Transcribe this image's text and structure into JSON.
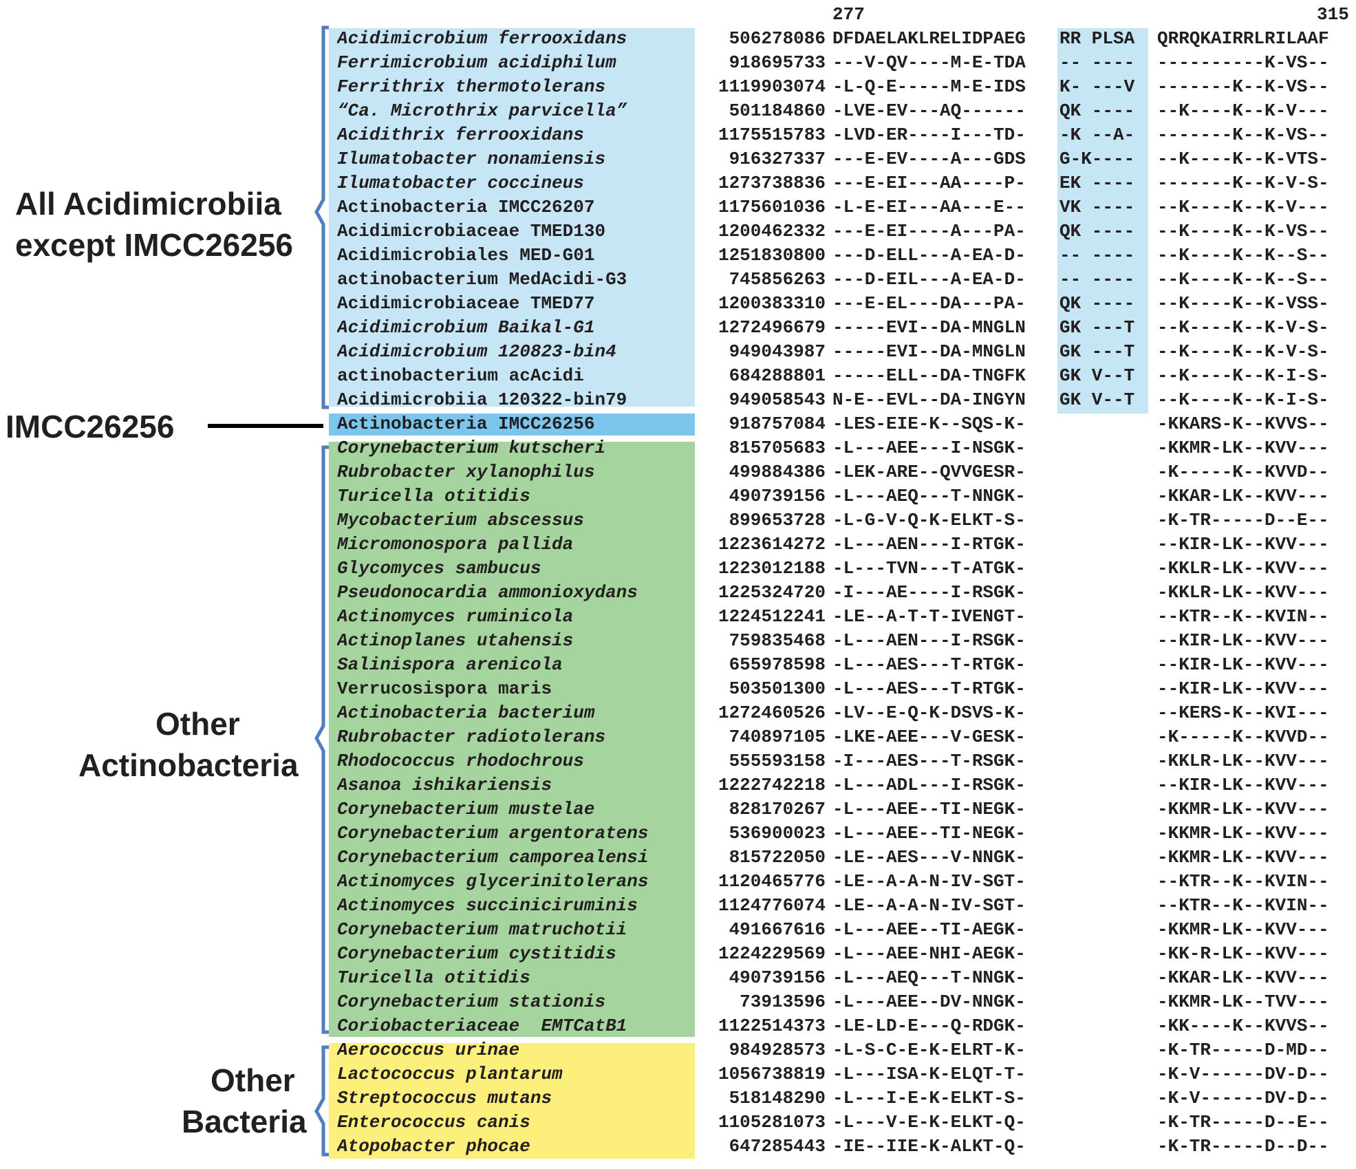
{
  "positions": {
    "start": "277",
    "end": "315"
  },
  "groups": {
    "acidimicrobiia": {
      "line1": "All  Acidimicrobiia",
      "line2": "except IMCC26256"
    },
    "imcc": {
      "label": "IMCC26256"
    },
    "actino": {
      "line1": "Other",
      "line2": "Actinobacteria"
    },
    "bacteria": {
      "line1": "Other",
      "line2": "Bacteria"
    }
  },
  "colors": {
    "blue_band": "#c6e5f5",
    "highlight": "#7cc6ee",
    "green_band": "#a6d49f",
    "yellow_band": "#fdef7b",
    "bracket": "#4f7fbd"
  },
  "rows": [
    {
      "name": "Acidimicrobium ferrooxidans",
      "gi": "506278086",
      "s1": "DFDAELAKLRELIDPAEG",
      "s2": "RR PLSA",
      "s3": "QRRQKAIRRLRILAAF"
    },
    {
      "name": "Ferrimicrobium acidiphilum",
      "gi": "918695733",
      "s1": "---V-QV----M-E-TDA",
      "s2": "-- ----",
      "s3": "----------K-VS--"
    },
    {
      "name": "Ferrithrix thermotolerans",
      "gi": "1119903074",
      "s1": "-L-Q-E-----M-E-IDS",
      "s2": "K- ---V",
      "s3": "-------K--K-VS--"
    },
    {
      "name": "“Ca. Microthrix parvicella”",
      "gi": "501184860",
      "s1": "-LVE-EV---AQ------",
      "s2": "QK ----",
      "s3": "--K----K--K-V---"
    },
    {
      "name": "Acidithrix ferrooxidans",
      "gi": "1175515783",
      "s1": "-LVD-ER----I---TD-",
      "s2": "-K --A-",
      "s3": "-------K--K-VS--"
    },
    {
      "name": "Ilumatobacter nonamiensis",
      "gi": "916327337",
      "s1": "---E-EV----A---GDS",
      "s2": "G-K----",
      "s3": "--K----K--K-VTS-"
    },
    {
      "name": "Ilumatobacter coccineus",
      "gi": "1273738836",
      "s1": "---E-EI---AA----P-",
      "s2": "EK ----",
      "s3": "-------K--K-V-S-"
    },
    {
      "name": "Actinobacteria IMCC26207",
      "gi": "1175601036",
      "s1": "-L-E-EI---AA---E--",
      "s2": "VK ----",
      "s3": "--K----K--K-V---"
    },
    {
      "name": "Acidimicrobiaceae TMED130",
      "gi": "1200462332",
      "s1": "---E-EI----A---PA-",
      "s2": "QK ----",
      "s3": "--K----K--K-VS--"
    },
    {
      "name": "Acidimicrobiales MED-G01",
      "gi": "1251830800",
      "s1": "---D-ELL---A-EA-D-",
      "s2": "-- ----",
      "s3": "--K----K--K--S--"
    },
    {
      "name": "actinobacterium MedAcidi-G3",
      "gi": "745856263",
      "s1": "---D-EIL---A-EA-D-",
      "s2": "-- ----",
      "s3": "--K----K--K--S--"
    },
    {
      "name": "Acidimicrobiaceae TMED77",
      "gi": "1200383310",
      "s1": "---E-EL---DA---PA-",
      "s2": "QK ----",
      "s3": "--K----K--K-VSS-"
    },
    {
      "name": "Acidimicrobium Baikal-G1",
      "gi": "1272496679",
      "s1": "-----EVI--DA-MNGLN",
      "s2": "GK ---T",
      "s3": "--K----K--K-V-S-"
    },
    {
      "name": "Acidimicrobium 120823-bin4",
      "gi": "949043987",
      "s1": "-----EVI--DA-MNGLN",
      "s2": "GK ---T",
      "s3": "--K----K--K-V-S-"
    },
    {
      "name": "actinobacterium acAcidi",
      "gi": "684288801",
      "s1": "-----ELL--DA-TNGFK",
      "s2": "GK V--T",
      "s3": "--K----K--K-I-S-"
    },
    {
      "name": "Acidimicrobiia 120322-bin79",
      "gi": "949058543",
      "s1": "N-E--EVL--DA-INGYN",
      "s2": "GK V--T",
      "s3": "--K----K--K-I-S-"
    },
    {
      "name": "Actinobacteria IMCC26256",
      "gi": "918757084",
      "s1": "-LES-EIE-K--SQS-K-",
      "s2": "",
      "s3": "-KKARS-K--KVVS--"
    },
    {
      "name": "Corynebacterium kutscheri",
      "gi": "815705683",
      "s1": "-L---AEE---I-NSGK-",
      "s2": "",
      "s3": "-KKMR-LK--KVV---"
    },
    {
      "name": "Rubrobacter xylanophilus",
      "gi": "499884386",
      "s1": "-LEK-ARE--QVVGESR-",
      "s2": "",
      "s3": "-K-----K--KVVD--"
    },
    {
      "name": "Turicella otitidis",
      "gi": "490739156",
      "s1": "-L---AEQ---T-NNGK-",
      "s2": "",
      "s3": "-KKAR-LK--KVV---"
    },
    {
      "name": "Mycobacterium abscessus",
      "gi": "899653728",
      "s1": "-L-G-V-Q-K-ELKT-S-",
      "s2": "",
      "s3": "-K-TR-----D--E--"
    },
    {
      "name": "Micromonospora pallida",
      "gi": "1223614272",
      "s1": "-L---AEN---I-RTGK-",
      "s2": "",
      "s3": "--KIR-LK--KVV---"
    },
    {
      "name": "Glycomyces sambucus",
      "gi": "1223012188",
      "s1": "-L---TVN---T-ATGK-",
      "s2": "",
      "s3": "-KKLR-LK--KVV---"
    },
    {
      "name": "Pseudonocardia ammonioxydans",
      "gi": "1225324720",
      "s1": "-I---AE----I-RSGK-",
      "s2": "",
      "s3": "-KKLR-LK--KVV---"
    },
    {
      "name": "Actinomyces ruminicola",
      "gi": "1224512241",
      "s1": "-LE--A-T-T-IVENGT-",
      "s2": "",
      "s3": "--KTR--K--KVIN--"
    },
    {
      "name": "Actinoplanes utahensis",
      "gi": "759835468",
      "s1": "-L---AEN---I-RSGK-",
      "s2": "",
      "s3": "--KIR-LK--KVV---"
    },
    {
      "name": "Salinispora arenicola",
      "gi": "655978598",
      "s1": "-L---AES---T-RTGK-",
      "s2": "",
      "s3": "--KIR-LK--KVV---"
    },
    {
      "name": "Verrucosispora maris",
      "gi": "503501300",
      "s1": "-L---AES---T-RTGK-",
      "s2": "",
      "s3": "--KIR-LK--KVV---"
    },
    {
      "name": "Actinobacteria bacterium",
      "gi": "1272460526",
      "s1": "-LV--E-Q-K-DSVS-K-",
      "s2": "",
      "s3": "--KERS-K--KVI---"
    },
    {
      "name": "Rubrobacter radiotolerans",
      "gi": "740897105",
      "s1": "-LKE-AEE---V-GESK-",
      "s2": "",
      "s3": "-K-----K--KVVD--"
    },
    {
      "name": "Rhodococcus rhodochrous",
      "gi": "555593158",
      "s1": "-I---AES---T-RSGK-",
      "s2": "",
      "s3": "-KKLR-LK--KVV---"
    },
    {
      "name": "Asanoa ishikariensis",
      "gi": "1222742218",
      "s1": "-L---ADL---I-RSGK-",
      "s2": "",
      "s3": "--KIR-LK--KVV---"
    },
    {
      "name": "Corynebacterium mustelae",
      "gi": "828170267",
      "s1": "-L---AEE--TI-NEGK-",
      "s2": "",
      "s3": "-KKMR-LK--KVV---"
    },
    {
      "name": "Corynebacterium argentoratens",
      "gi": "536900023",
      "s1": "-L---AEE--TI-NEGK-",
      "s2": "",
      "s3": "-KKMR-LK--KVV---"
    },
    {
      "name": "Corynebacterium camporealensi",
      "gi": "815722050",
      "s1": "-LE--AES---V-NNGK-",
      "s2": "",
      "s3": "-KKMR-LK--KVV---"
    },
    {
      "name": "Actinomyces glycerinitolerans",
      "gi": "1120465776",
      "s1": "-LE--A-A-N-IV-SGT-",
      "s2": "",
      "s3": "--KTR--K--KVIN--"
    },
    {
      "name": "Actinomyces succiniciruminis",
      "gi": "1124776074",
      "s1": "-LE--A-A-N-IV-SGT-",
      "s2": "",
      "s3": "--KTR--K--KVIN--"
    },
    {
      "name": "Corynebacterium matruchotii",
      "gi": "491667616",
      "s1": "-L---AEE--TI-AEGK-",
      "s2": "",
      "s3": "-KKMR-LK--KVV---"
    },
    {
      "name": "Corynebacterium cystitidis",
      "gi": "1224229569",
      "s1": "-L---AEE-NHI-AEGK-",
      "s2": "",
      "s3": "-KK-R-LK--KVV---"
    },
    {
      "name": "Turicella otitidis",
      "gi": "490739156",
      "s1": "-L---AEQ---T-NNGK-",
      "s2": "",
      "s3": "-KKAR-LK--KVV---"
    },
    {
      "name": "Corynebacterium stationis",
      "gi": "73913596",
      "s1": "-L---AEE--DV-NNGK-",
      "s2": "",
      "s3": "-KKMR-LK--TVV---"
    },
    {
      "name": "Coriobacteriaceae  EMTCatB1",
      "gi": "1122514373",
      "s1": "-LE-LD-E---Q-RDGK-",
      "s2": "",
      "s3": "-KK----K--KVVS--"
    },
    {
      "name": "Aerococcus urinae",
      "gi": "984928573",
      "s1": "-L-S-C-E-K-ELRT-K-",
      "s2": "",
      "s3": "-K-TR-----D-MD--"
    },
    {
      "name": "Lactococcus plantarum",
      "gi": "1056738819",
      "s1": "-L---ISA-K-ELQT-T-",
      "s2": "",
      "s3": "-K-V------DV-D--"
    },
    {
      "name": "Streptococcus mutans",
      "gi": "518148290",
      "s1": "-L---I-E-K-ELKT-S-",
      "s2": "",
      "s3": "-K-V------DV-D--"
    },
    {
      "name": "Enterococcus canis",
      "gi": "1105281073",
      "s1": "-L---V-E-K-ELKT-Q-",
      "s2": "",
      "s3": "-K-TR-----D--E--"
    },
    {
      "name": "Atopobacter phocae",
      "gi": "647285443",
      "s1": "-IE--IIE-K-ALKT-Q-",
      "s2": "",
      "s3": "-K-TR-----D--D--"
    }
  ]
}
